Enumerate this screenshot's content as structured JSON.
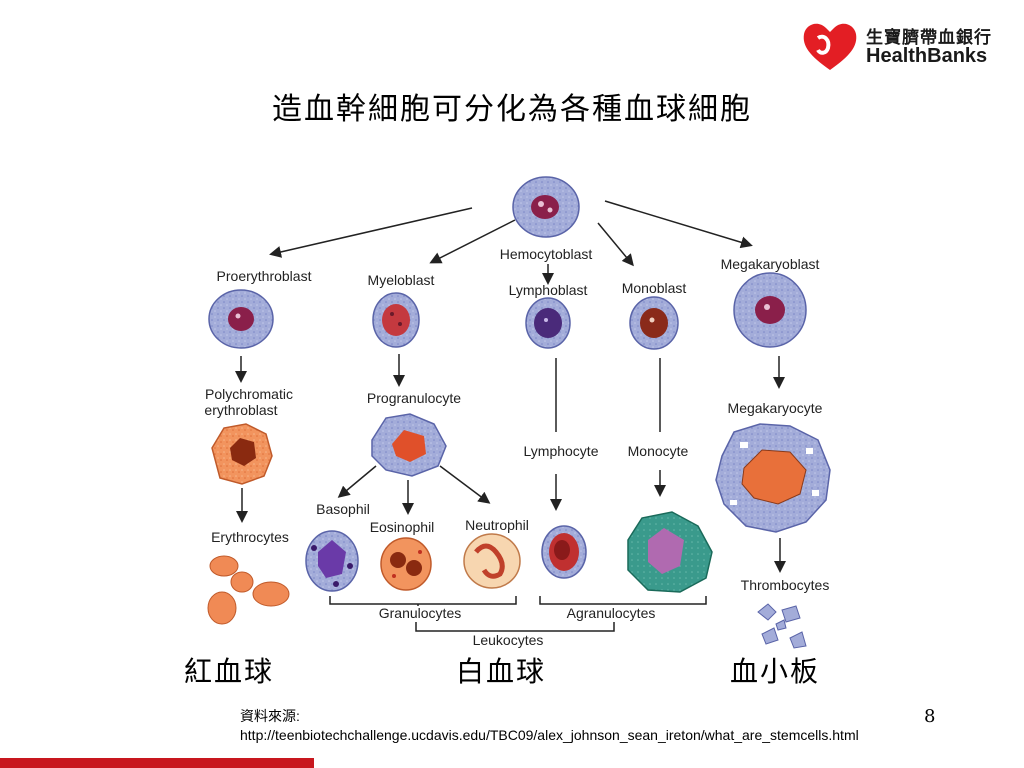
{
  "logo": {
    "name_cn": "生寶臍帶血銀行",
    "name_en": "HealthBanks",
    "brand_color": "#e31e24"
  },
  "title": "造血幹細胞可分化為各種血球細胞",
  "diagram": {
    "cells": {
      "hemocytoblast": "Hemocytoblast",
      "proerythroblast": "Proerythroblast",
      "myeloblast": "Myeloblast",
      "lymphoblast": "Lymphoblast",
      "monoblast": "Monoblast",
      "megakaryoblast": "Megakaryoblast",
      "polychromatic_1": "Polychromatic",
      "polychromatic_2": "erythroblast",
      "progranulocyte": "Progranulocyte",
      "lymphocyte": "Lymphocyte",
      "monocyte": "Monocyte",
      "megakaryocyte": "Megakaryocyte",
      "basophil": "Basophil",
      "eosinophil": "Eosinophil",
      "neutrophil": "Neutrophil",
      "erythrocytes": "Erythrocytes",
      "thrombocytes": "Thrombocytes"
    },
    "groups": {
      "granulocytes": "Granulocytes",
      "agranulocytes": "Agranulocytes",
      "leukocytes": "Leukocytes"
    }
  },
  "categories": {
    "red": "紅血球",
    "white": "白血球",
    "platelet": "血小板"
  },
  "source": {
    "label": "資料來源:",
    "url": "http://teenbiotechchallenge.ucdavis.edu/TBC09/alex_johnson_sean_ireton/what_are_stemcells.html"
  },
  "page_number": "8",
  "colors": {
    "cell_body": "#9fa8d8",
    "nucleus": "#8a1f4a",
    "erythro": "#f08a55",
    "monocyte": "#2f9a8a",
    "accent_bar": "#c8171e"
  }
}
